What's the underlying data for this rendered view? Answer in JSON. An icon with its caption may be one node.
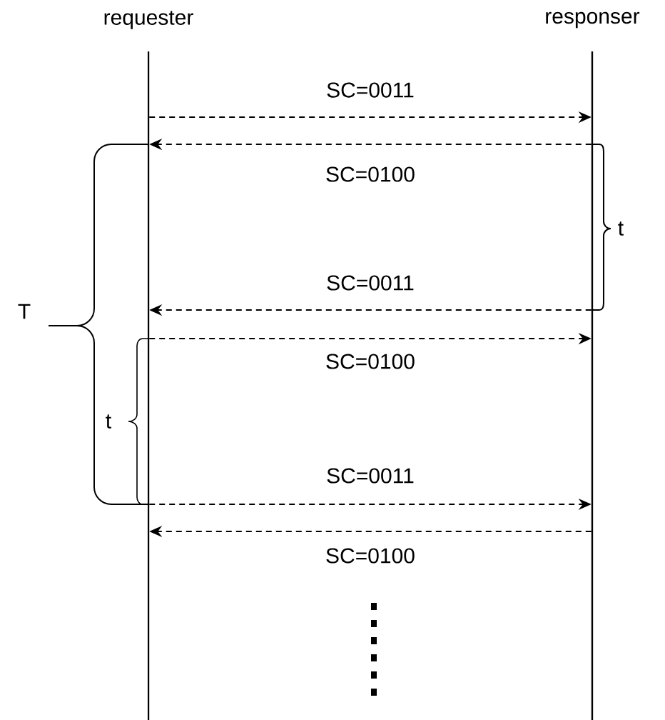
{
  "diagram": {
    "nodes": [
      {
        "text": [
          "requester"
        ]
      },
      {
        "text": [
          "responser"
        ]
      }
    ],
    "edges": [
      {
        "from": 0,
        "to": 1,
        "arrow": "to",
        "label": "SC=0011",
        "style": "dashed"
      },
      {
        "from": 1,
        "to": 0,
        "arrow": "to",
        "label": "SC=0100",
        "style": "dashed"
      },
      {
        "from": 1,
        "to": 0,
        "arrow": "to",
        "label": "SC=0011",
        "style": "dashed"
      },
      {
        "from": 0,
        "to": 1,
        "arrow": "to",
        "label": "SC=0100",
        "style": "dashed"
      },
      {
        "from": 0,
        "to": 1,
        "arrow": "to",
        "label": "SC=0011",
        "style": "dashed"
      },
      {
        "from": 1,
        "to": 0,
        "arrow": "to",
        "label": "SC=0100",
        "style": "dashed"
      }
    ],
    "labels": [
      "t",
      "T",
      "t"
    ]
  }
}
